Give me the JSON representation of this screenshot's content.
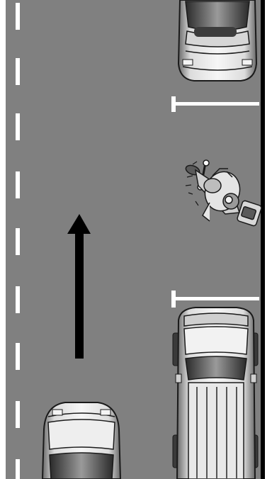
{
  "colors": {
    "road": "#808080",
    "marking": "#ffffff",
    "curb": "#000000",
    "arrow": "#000000",
    "vehicle_light": "#ececec",
    "vehicle_mid": "#c8c8c8",
    "vehicle_dark": "#5a5a5a",
    "outline": "#1a1a1a"
  },
  "elements": {
    "travel_direction": "up",
    "lane_markings": "dashed",
    "parking_markings": 2,
    "parked_car_top": "car",
    "parked_vehicle_bottom": "suv",
    "moving_car": "car",
    "motorcycle": "motorcycle-with-rider"
  }
}
